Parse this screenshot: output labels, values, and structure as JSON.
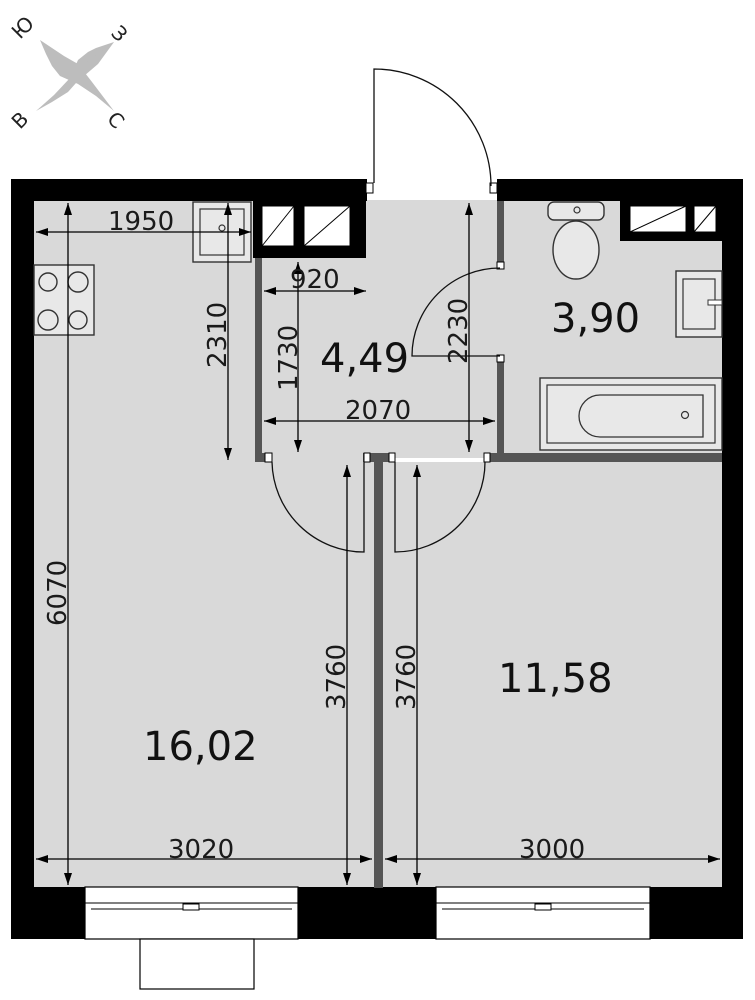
{
  "compass": {
    "labels": [
      "Ю",
      "З",
      "В",
      "С"
    ],
    "star_color": "#bdbdbd"
  },
  "rooms": {
    "living_area": "16,02",
    "bedroom_area": "11,58",
    "hall_area": "4,49",
    "bathroom_area": "3,90"
  },
  "dimensions": {
    "d1950": "1950",
    "d920": "920",
    "d2310": "2310",
    "d1730": "1730",
    "d2230": "2230",
    "d2070": "2070",
    "d6070": "6070",
    "d3760_left": "3760",
    "d3760_right": "3760",
    "d3020": "3020",
    "d3000": "3000"
  },
  "colors": {
    "floor": "#d9d9d9",
    "wall": "#000000",
    "partition": "#555555"
  },
  "icons": [
    "compass-icon",
    "stove-icon",
    "sink-icon",
    "toilet-icon",
    "bathtub-icon",
    "washbasin-icon"
  ]
}
